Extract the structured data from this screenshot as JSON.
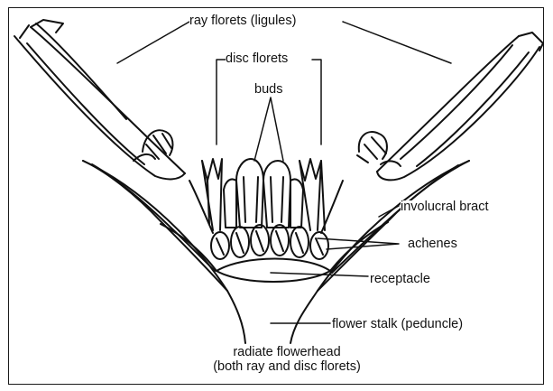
{
  "labels": {
    "ray_florets": "ray florets (ligules)",
    "disc_florets": "disc florets",
    "buds": "buds",
    "involucral_bract": "involucral bract",
    "achenes": "achenes",
    "receptacle": "receptacle",
    "flower_stalk": "flower stalk (peduncle)"
  },
  "caption": {
    "line1": "radiate flowerhead",
    "line2": "(both ray and disc florets)"
  }
}
